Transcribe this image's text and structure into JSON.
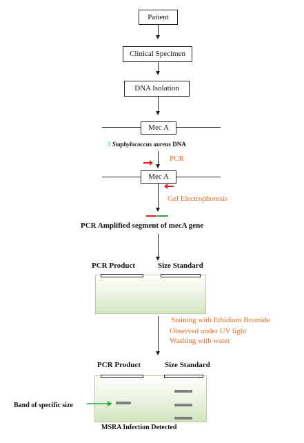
{
  "steps": {
    "patient": "Patient",
    "clinical_specimen": "Clinical Specimen",
    "dna_isolation": "DNA Isolation",
    "meca_1": "Mec A",
    "dna_label_prefix": "3",
    "dna_label_italic": "Staphylococcus aureus",
    "dna_label_suffix": "DNA",
    "pcr": "PCR",
    "meca_2": "Mec A",
    "gel_electrophoresis": "Gel Electrophoresis",
    "amplified_segment": "PCR Amplified segment of mecA gene"
  },
  "gel1": {
    "product_label": "PCR Product",
    "standard_label": "Size Standard"
  },
  "processing": {
    "staining": "Staining with Ethidium Bromide",
    "observed": "Observed under UV light",
    "washing": "Washing with water"
  },
  "gel2": {
    "product_label": "PCR Product",
    "standard_label": "Size Standard",
    "band_label": "Band of specific size",
    "result": "MSRA Infection Detected"
  },
  "colors": {
    "orange_text": "#e56b1f",
    "primer_red": "#e02020",
    "primer_green": "#2aa84a",
    "gel_green": "#d3e6bf",
    "band_gray": "#7f7f7f"
  }
}
